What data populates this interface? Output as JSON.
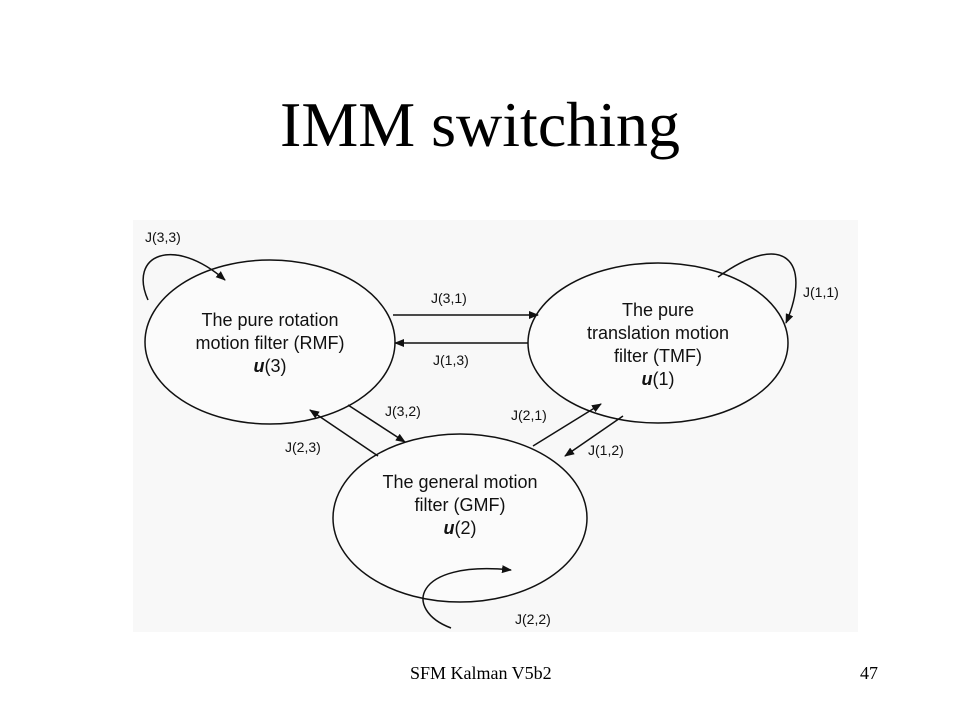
{
  "slide": {
    "title": "IMM switching",
    "footer": "SFM Kalman V5b2",
    "page_number": "47"
  },
  "diagram": {
    "nodes": {
      "rmf": {
        "lines": [
          "The pure rotation",
          "motion filter (RMF)"
        ],
        "prob_var": "u",
        "prob_arg": "(3)"
      },
      "tmf": {
        "lines": [
          "The pure",
          "translation motion",
          "filter (TMF)"
        ],
        "prob_var": "u",
        "prob_arg": "(1)"
      },
      "gmf": {
        "lines": [
          "The general motion",
          "filter (GMF)"
        ],
        "prob_var": "u",
        "prob_arg": "(2)"
      }
    },
    "transitions": {
      "j33": "J(3,3)",
      "j31": "J(3,1)",
      "j13": "J(1,3)",
      "j11": "J(1,1)",
      "j32": "J(3,2)",
      "j23": "J(2,3)",
      "j21": "J(2,1)",
      "j12": "J(1,2)",
      "j22": "J(2,2)"
    }
  }
}
